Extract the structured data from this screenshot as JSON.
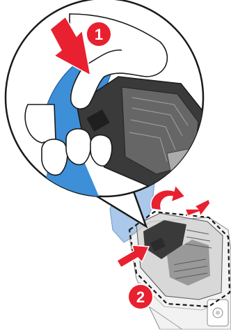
{
  "steps": [
    {
      "label": "1",
      "badge_color": "#e8202f"
    },
    {
      "label": "2",
      "badge_color": "#e8202f"
    }
  ],
  "colors": {
    "arrow": "#e8202f",
    "part_blue": "#3d8fd8",
    "part_blue_light": "#a9c8ea",
    "mechanism_dark": "#3a3a3a",
    "outline": "#1a1a1a",
    "callout_fill": "#ffffff"
  },
  "icons": {
    "step1_arrow": "push-down-left-arrow",
    "step2_arrows": [
      "rotate-arrow",
      "push-left-arrow",
      "push-right-arrow"
    ]
  }
}
